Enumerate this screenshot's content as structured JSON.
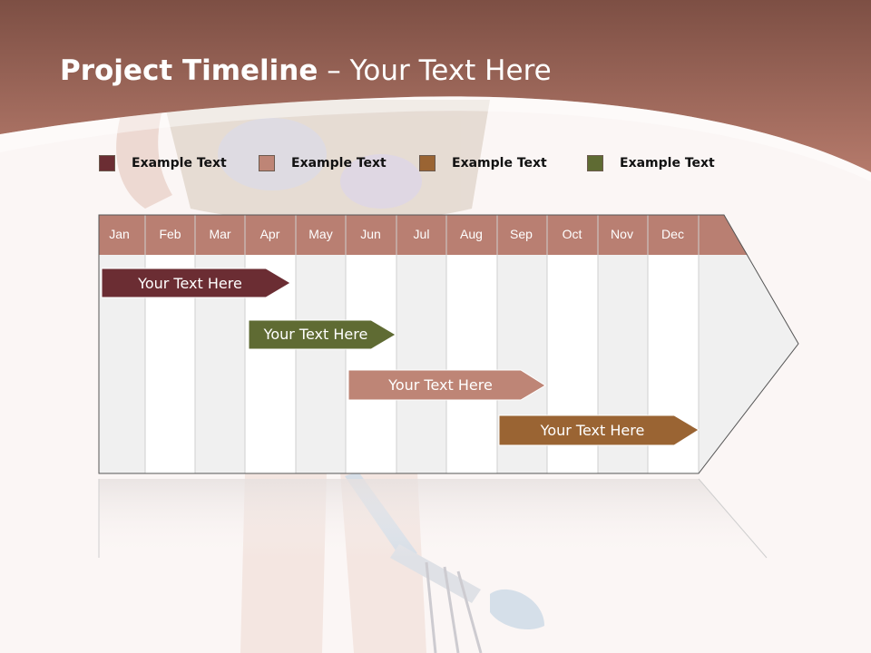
{
  "slide": {
    "title_bold": "Project Timeline",
    "title_rest": " – Your Text Here"
  },
  "colors": {
    "header": "#a46b5c",
    "month_header": "#b97f72",
    "legend_1": "#6b2d33",
    "legend_2": "#be8576",
    "legend_3": "#9a6433",
    "legend_4": "#5f6b33"
  },
  "legend": [
    {
      "label": "Example Text",
      "color": "#6b2d33"
    },
    {
      "label": "Example Text",
      "color": "#be8576"
    },
    {
      "label": "Example Text",
      "color": "#9a6433"
    },
    {
      "label": "Example Text",
      "color": "#5f6b33"
    }
  ],
  "timeline": {
    "months": [
      "Jan",
      "Feb",
      "Mar",
      "Apr",
      "May",
      "Jun",
      "Jul",
      "Aug",
      "Sep",
      "Oct",
      "Nov",
      "Dec"
    ],
    "tasks": [
      {
        "label": "Your  Text Here",
        "color": "#6b2d33"
      },
      {
        "label": "Your  Text Here",
        "color": "#5f6b33"
      },
      {
        "label": "Your  Text Here",
        "color": "#be8576"
      },
      {
        "label": "Your  Text Here",
        "color": "#9a6433"
      }
    ]
  }
}
